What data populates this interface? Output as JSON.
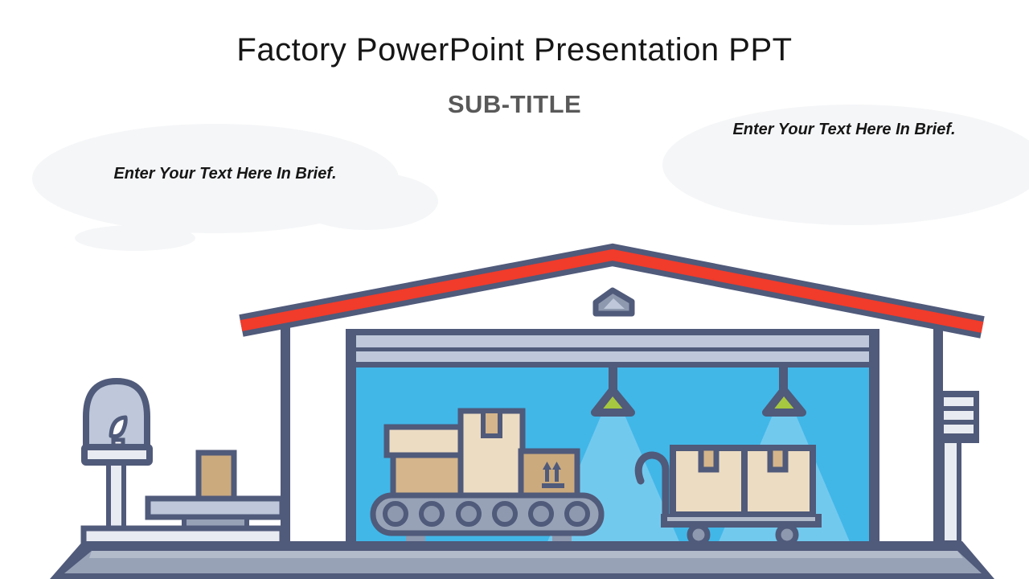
{
  "slide": {
    "title": "Factory PowerPoint Presentation PPT",
    "subtitle": "SUB-TITLE",
    "left_note": "Enter Your Text Here In Brief.",
    "right_note": "Enter Your Text Here In Brief."
  },
  "illustration": {
    "parts": [
      "red-gable-roof",
      "roof-vent",
      "warehouse-door-header",
      "blue-interior",
      "ceiling-light-left",
      "ceiling-light-right",
      "light-beam-left",
      "light-beam-right",
      "conveyor-belt",
      "conveyor-boxes",
      "this-side-up-box",
      "hand-truck-with-boxes",
      "street-lamp",
      "weighing-table-with-box",
      "loading-dock",
      "wall-left",
      "wall-right",
      "signpost-drainpipe",
      "ground-ramp",
      "clouds"
    ]
  },
  "colors": {
    "navy": "#505a7a",
    "roof_red": "#f13b2b",
    "blue": "#41b7e8",
    "cone": "#72c9ee",
    "steel_light": "#bec8da",
    "steel_mid": "#98a2b7",
    "steel_dark": "#8e98ae",
    "off_white": "#e8ebf1",
    "tan_light": "#ecdcc2",
    "tan_mid": "#d5b58b",
    "tan_dark": "#cbaa7e",
    "green": "#a6c840",
    "cloud": "#f5f6f8",
    "stripe_light": "#b2bbca",
    "text_dark": "#161616",
    "text_gray": "#595959"
  }
}
